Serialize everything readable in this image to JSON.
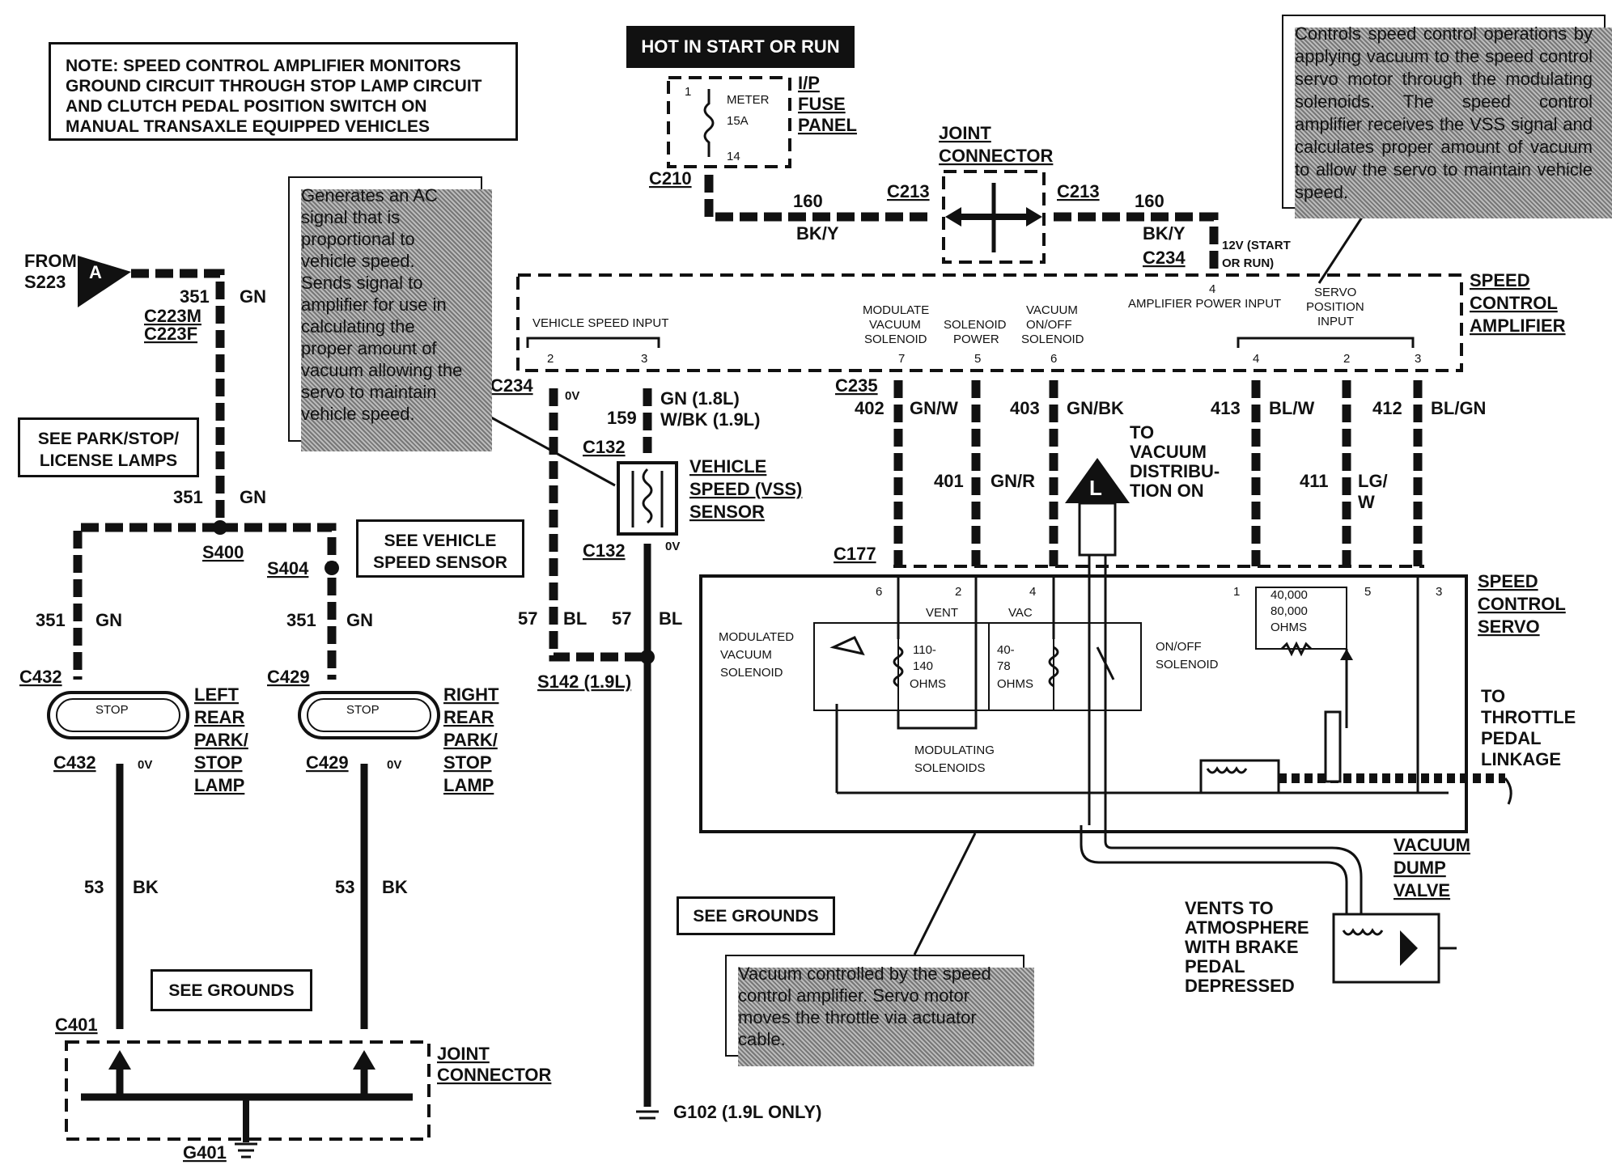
{
  "note": "NOTE: SPEED CONTROL AMPLIFIER MONITORS GROUND CIRCUIT THROUGH STOP LAMP CIRCUIT AND CLUTCH PEDAL POSITION SWITCH ON MANUAL TRANSAXLE EQUIPPED VEHICLES",
  "hot_label": "HOT IN START OR RUN",
  "callouts": {
    "vss": "Generates an AC signal that is proportional to vehicle speed. Sends signal to amplifier for use in calculating the proper amount of vacuum allowing the servo to maintain vehicle speed.",
    "amp": "Controls speed control operations by applying vacuum to the speed control servo motor through the modulating solenoids. The speed control amplifier receives the VSS signal and calculates proper amount of vacuum to allow the servo to maintain vehicle speed.",
    "servo": "Vacuum controlled by the speed control amplifier. Servo motor moves the throttle via actuator cable."
  },
  "see_boxes": {
    "park": "SEE PARK/STOP/ LICENSE LAMPS",
    "vss": "SEE VEHICLE SPEED SENSOR",
    "grounds1": "SEE GROUNDS",
    "grounds2": "SEE GROUNDS"
  },
  "fuse": {
    "pin1": "1",
    "name": "METER",
    "rating": "15A",
    "pin14": "14",
    "panel_l1": "I/P",
    "panel_l2": "FUSE",
    "panel_l3": "PANEL"
  },
  "connectors": {
    "c210": "C210",
    "c213a": "C213",
    "c213b": "C213",
    "c234a": "C234",
    "c234b": "C234",
    "c223m": "C223M",
    "c223f": "C223F",
    "c132a": "C132",
    "c132b": "C132",
    "c235": "C235",
    "c177": "C177",
    "c432a": "C432",
    "c432b": "C432",
    "c429a": "C429",
    "c429b": "C429",
    "c401": "C401",
    "s223": "S223",
    "s400": "S400",
    "s404": "S404",
    "s142": "S142 (1.9L)",
    "g401": "G401",
    "g102": "G102 (1.9L ONLY)"
  },
  "joint_top": {
    "l1": "JOINT",
    "l2": "CONNECTOR"
  },
  "joint_bottom": {
    "l1": "JOINT",
    "l2": "CONNECTOR"
  },
  "wires": {
    "w160a": "160",
    "bky_a": "BK/Y",
    "w160b": "160",
    "bky_b": "BK/Y",
    "w351a": "351",
    "gn_a": "GN",
    "w351b": "351",
    "gn_b": "GN",
    "w351c": "351",
    "gn_c": "GN",
    "w351d": "351",
    "gn_d": "GN",
    "w53a": "53",
    "bk_a": "BK",
    "w53b": "53",
    "bk_b": "BK",
    "w57a": "57",
    "bl_a": "BL",
    "w57b": "57",
    "bl_b": "BL",
    "w159": "159",
    "gn18": "GN (1.8L)",
    "wbk19": "W/BK (1.9L)",
    "w402": "402",
    "gnw": "GN/W",
    "w403": "403",
    "gnbk": "GN/BK",
    "w413": "413",
    "blw": "BL/W",
    "w412": "412",
    "blgn": "BL/GN",
    "w401": "401",
    "gnr": "GN/R",
    "w411": "411",
    "lg1": "LG/",
    "lg2": "W",
    "v12a": "12V (START",
    "v12b": "OR RUN)",
    "ov1": "0V",
    "ov2": "0V",
    "ov3": "0V",
    "ov4": "0V"
  },
  "from": {
    "l1": "FROM",
    "l2": "S223",
    "badge": "A"
  },
  "amplifier": {
    "title1": "SPEED",
    "title2": "CONTROL",
    "title3": "AMPLIFIER",
    "vsi": "VEHICLE SPEED INPUT",
    "p2": "2",
    "p3": "3",
    "mod1": "MODULATE",
    "mod2": "VACUUM",
    "mod3": "SOLENOID",
    "p7": "7",
    "sol1": "SOLENOID",
    "sol2": "POWER",
    "p5": "5",
    "vac1": "VACUUM",
    "vac2": "ON/OFF",
    "vac3": "SOLENOID",
    "p6": "6",
    "api": "AMPLIFIER POWER INPUT",
    "p4top": "4",
    "spi1": "SERVO",
    "spi2": "POSITION",
    "spi3": "INPUT",
    "p4": "4",
    "p2b": "2",
    "p3b": "3"
  },
  "vss": {
    "l1": "VEHICLE",
    "l2": "SPEED (VSS)",
    "l3": "SENSOR"
  },
  "vacuum_dist": {
    "l1": "TO",
    "l2": "VACUUM",
    "l3": "DISTRIBU-",
    "l4": "TION ON",
    "badge": "L"
  },
  "servo": {
    "title1": "SPEED",
    "title2": "CONTROL",
    "title3": "SERVO",
    "p6": "6",
    "p2": "2",
    "p4": "4",
    "p1": "1",
    "p5": "5",
    "p3": "3",
    "vent": "VENT",
    "vac": "VAC",
    "r1a": "110-",
    "r1b": "140",
    "r1c": "OHMS",
    "r2a": "40-",
    "r2b": "78",
    "r2c": "OHMS",
    "mvs1": "MODULATED",
    "mvs2": "VACUUM",
    "mvs3": "SOLENOID",
    "onoff1": "ON/OFF",
    "onoff2": "SOLENOID",
    "modsol1": "MODULATING",
    "modsol2": "SOLENOIDS",
    "pot1": "40,000",
    "pot2": "80,000",
    "pot3": "OHMS"
  },
  "throttle": {
    "l1": "TO",
    "l2": "THROTTLE",
    "l3": "PEDAL",
    "l4": "LINKAGE"
  },
  "dump": {
    "l1": "VACUUM",
    "l2": "DUMP",
    "l3": "VALVE"
  },
  "vents": {
    "l1": "VENTS TO",
    "l2": "ATMOSPHERE",
    "l3": "WITH BRAKE",
    "l4": "PEDAL",
    "l5": "DEPRESSED"
  },
  "lamps": {
    "left": {
      "l1": "LEFT",
      "l2": "REAR",
      "l3": "PARK/",
      "l4": "STOP",
      "l5": "LAMP",
      "stop": "STOP"
    },
    "right": {
      "l1": "RIGHT",
      "l2": "REAR",
      "l3": "PARK/",
      "l4": "STOP",
      "l5": "LAMP",
      "stop": "STOP"
    }
  }
}
